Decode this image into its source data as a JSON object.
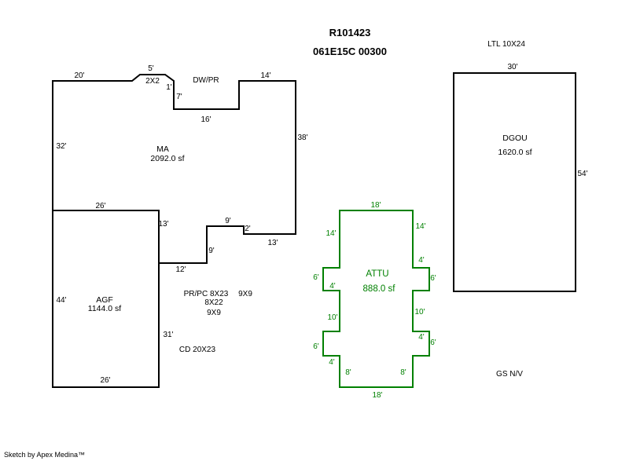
{
  "header": {
    "parcel_id": "R101423",
    "map_ref": "061E15C 00300"
  },
  "footer": {
    "credit": "Sketch by Apex Medina™"
  },
  "colors": {
    "outline": "#000000",
    "attu_outline": "#008000"
  },
  "notes": {
    "ltl": "LTL 10X24",
    "gs": "GS N/V",
    "cd": "CD 20X23",
    "prpc": "PR/PC 8X23",
    "s8x22": "8X22",
    "s9x9a": "9X9",
    "s9x9b": "9X9",
    "s2x2": "2X2",
    "dwpr": "DW/PR"
  },
  "areas": {
    "ma": {
      "code": "MA",
      "sf": "2092.0 sf"
    },
    "agf": {
      "code": "AGF",
      "sf": "1144.0 sf"
    },
    "attu": {
      "code": "ATTU",
      "sf": "888.0 sf"
    },
    "dgou": {
      "code": "DGOU",
      "sf": "1620.0 sf"
    }
  },
  "dims": {
    "ma": {
      "top_left": "20'",
      "bay_top": "5'",
      "bay_right": "1'",
      "step_down": "7'",
      "notch_bottom": "16'",
      "top_right": "14'",
      "right": "38'",
      "left": "32'",
      "bottom_right": "13'",
      "step_up": "2'",
      "step_top": "9'",
      "step_left": "9'",
      "step_bottom": "12'",
      "inner_right": "13'"
    },
    "agf": {
      "top": "26'",
      "left": "44'",
      "right": "31'",
      "bottom": "26'"
    },
    "attu": {
      "top": "18'",
      "left_upper": "14'",
      "right_upper": "14'",
      "left_jog_out": "6'",
      "left_jog_in": "4'",
      "right_jog_in": "4'",
      "right_jog_out": "6'",
      "left_mid": "10'",
      "right_mid": "10'",
      "left_jog2_out": "6'",
      "left_jog2_in": "4'",
      "right_jog2_in": "4'",
      "right_jog2_out": "6'",
      "left_lower": "8'",
      "right_lower": "8'",
      "bottom": "18'"
    },
    "dgou": {
      "top": "30'",
      "right": "54'"
    }
  }
}
